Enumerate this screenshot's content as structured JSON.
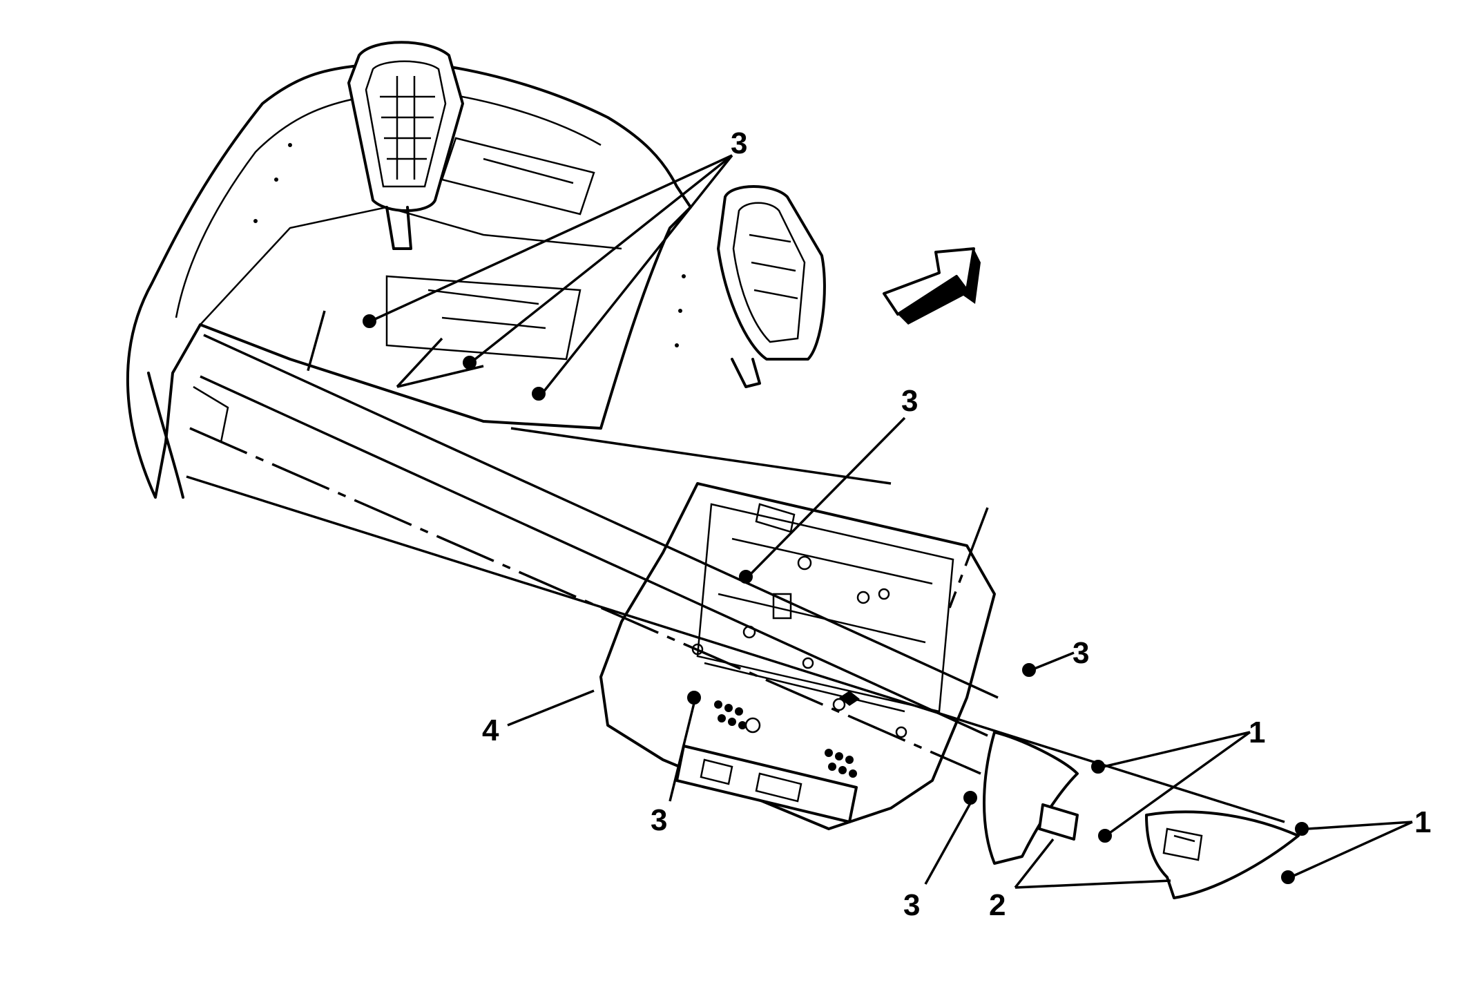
{
  "callouts": {
    "label_1": "1",
    "label_2": "2",
    "label_3": "3",
    "label_4": "4"
  },
  "direction_arrow": {
    "icon": "direction-arrow-icon"
  }
}
